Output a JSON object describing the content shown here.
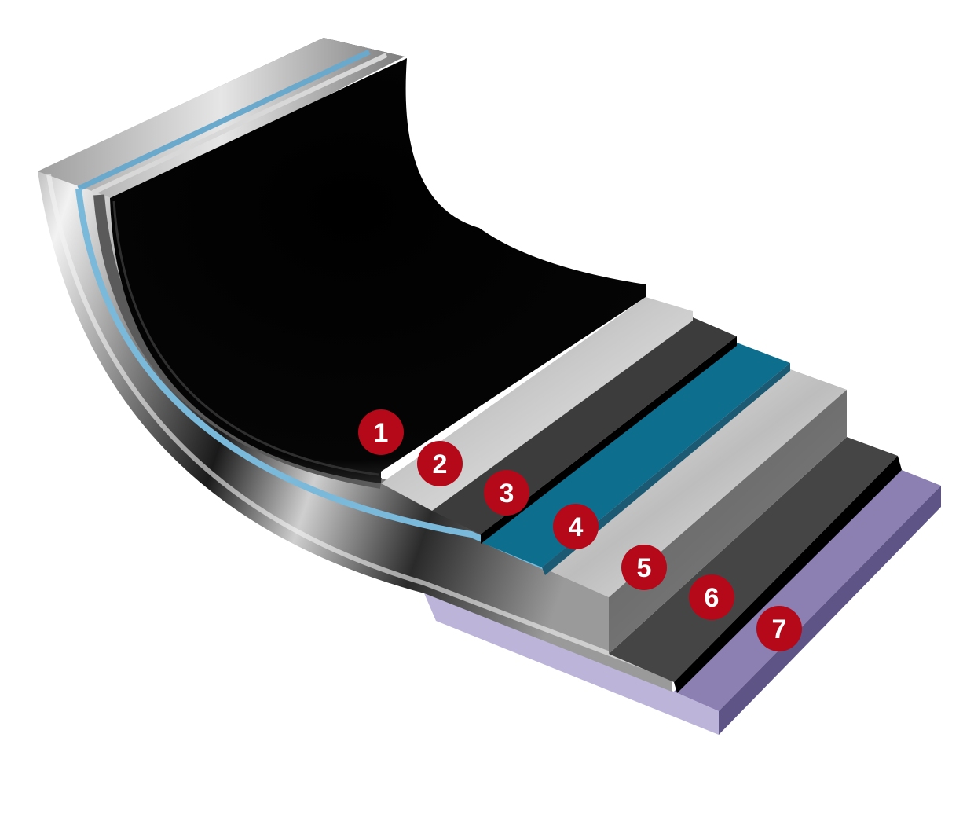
{
  "diagram": {
    "layers": [
      {
        "number": "1",
        "color": "#000000"
      },
      {
        "number": "2",
        "color": "#8e8e8e"
      },
      {
        "number": "3",
        "color": "#3c3c3c"
      },
      {
        "number": "4",
        "color": "#0e6e8e"
      },
      {
        "number": "5",
        "color": "#d0d0d0"
      },
      {
        "number": "6",
        "color": "#454545"
      },
      {
        "number": "7",
        "color": "#8c7fb2"
      }
    ],
    "badge_color": "#b5091a",
    "badge_text_color": "#ffffff"
  }
}
